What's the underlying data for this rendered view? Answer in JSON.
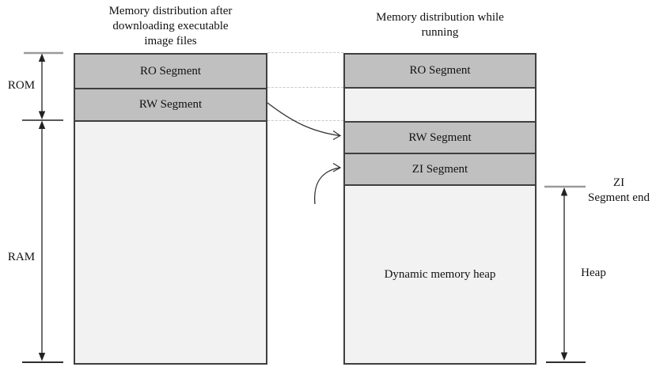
{
  "diagram": {
    "left": {
      "title": "Memory distribution after\ndownloading executable\nimage files",
      "segments": [
        {
          "label": "RO Segment"
        },
        {
          "label": "RW Segment"
        },
        {
          "label": ""
        }
      ]
    },
    "right": {
      "title": "Memory distribution while\nrunning",
      "segments": [
        {
          "label": "RO Segment"
        },
        {
          "label": ""
        },
        {
          "label": "RW Segment"
        },
        {
          "label": "ZI Segment"
        },
        {
          "label": "Dynamic memory heap"
        }
      ]
    },
    "labels": {
      "rom": "ROM",
      "ram": "RAM",
      "zi_segment_end": "ZI\nSegment end",
      "heap": "Heap"
    },
    "colors": {
      "segment_fill": "#c0c0c0",
      "empty_fill": "#f2f2f2",
      "border": "#3f3f3f",
      "dashed_connector": "#c8c8c8",
      "arrow": "#303030",
      "tick_gray": "#9a9a9a"
    }
  }
}
